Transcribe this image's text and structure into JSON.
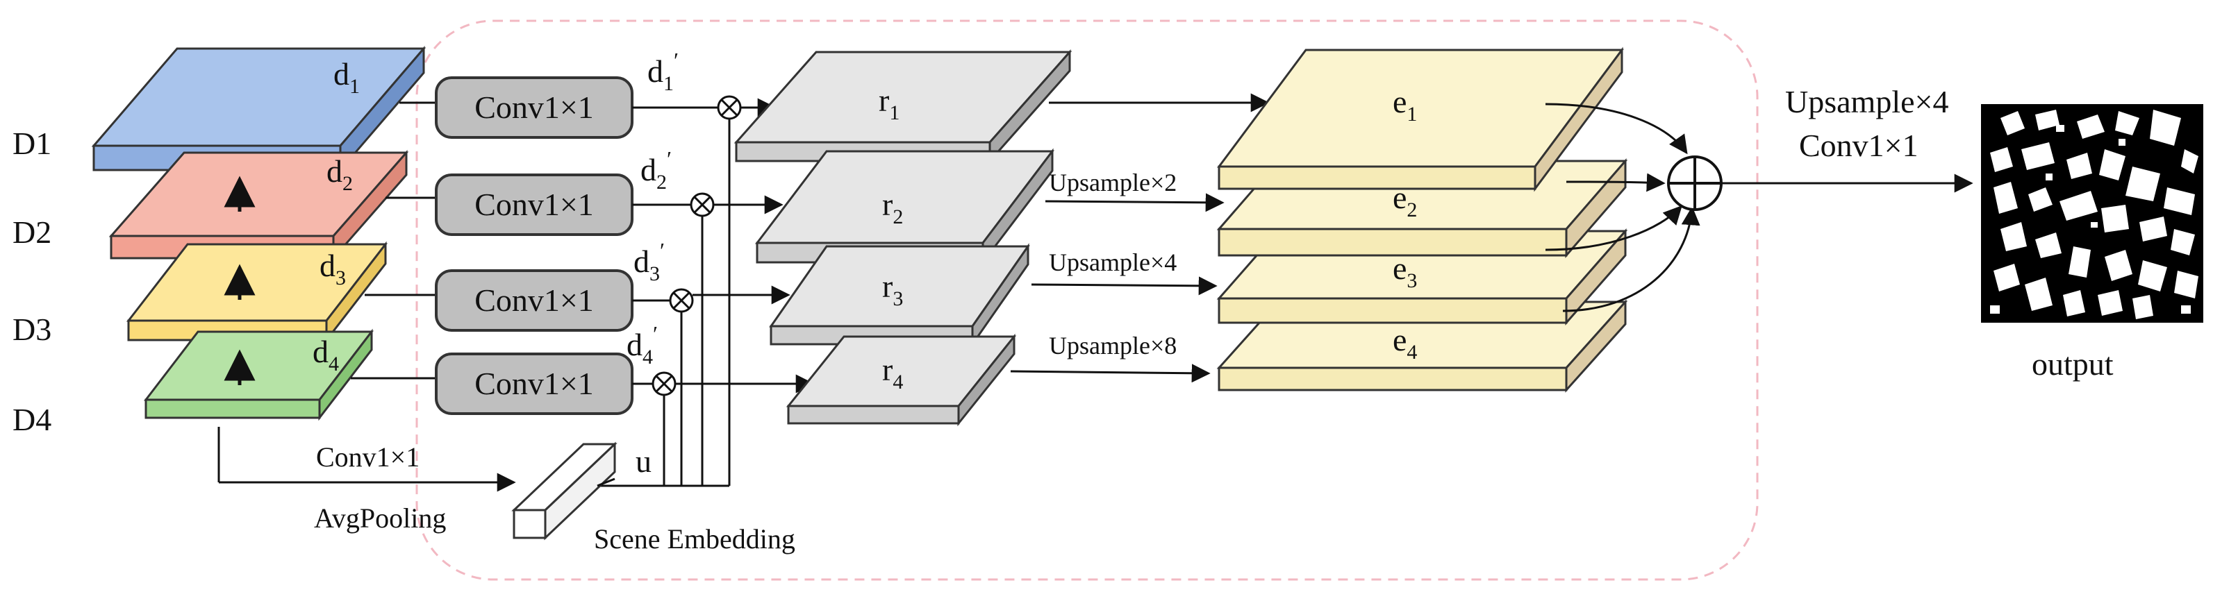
{
  "levels": {
    "D1": "D1",
    "D2": "D2",
    "D3": "D3",
    "D4": "D4"
  },
  "features": {
    "d1": "d",
    "d1_sub": "1",
    "d2": "d",
    "d2_sub": "2",
    "d3": "d",
    "d3_sub": "3",
    "d4": "d",
    "d4_sub": "4",
    "d1p": "d",
    "d1p_sub": "1",
    "d1p_prime": "′",
    "d2p": "d",
    "d2p_sub": "2",
    "d2p_prime": "′",
    "d3p": "d",
    "d3p_sub": "3",
    "d3p_prime": "′",
    "d4p": "d",
    "d4p_sub": "4",
    "d4p_prime": "′"
  },
  "conv_blocks": {
    "c1": "Conv1×1",
    "c2": "Conv1×1",
    "c3": "Conv1×1",
    "c4": "Conv1×1",
    "bottom": "Conv1×1"
  },
  "relations": {
    "r1": "r",
    "r1_sub": "1",
    "r2": "r",
    "r2_sub": "2",
    "r3": "r",
    "r3_sub": "3",
    "r4": "r",
    "r4_sub": "4"
  },
  "upsample_mid": {
    "u2": "Upsample×2",
    "u4": "Upsample×4",
    "u8": "Upsample×8"
  },
  "enhanced": {
    "e1": "e",
    "e1_sub": "1",
    "e2": "e",
    "e2_sub": "2",
    "e3": "e",
    "e3_sub": "3",
    "e4": "e",
    "e4_sub": "4"
  },
  "head": {
    "upsample": "Upsample×4",
    "conv": "Conv1×1",
    "output": "output"
  },
  "scene": {
    "u": "u",
    "avgpool": "AvgPooling",
    "embedding": "Scene Embedding"
  },
  "colors": {
    "blue": "#a9c4ec",
    "red": "#f6b8ac",
    "yellow": "#fde79a",
    "green": "#b6e3a6",
    "gray_plate": "#e6e6e6",
    "cream": "#fbf4cf",
    "conv_fill": "#bfbfbf",
    "dashed_border": "#f2b8c2"
  }
}
